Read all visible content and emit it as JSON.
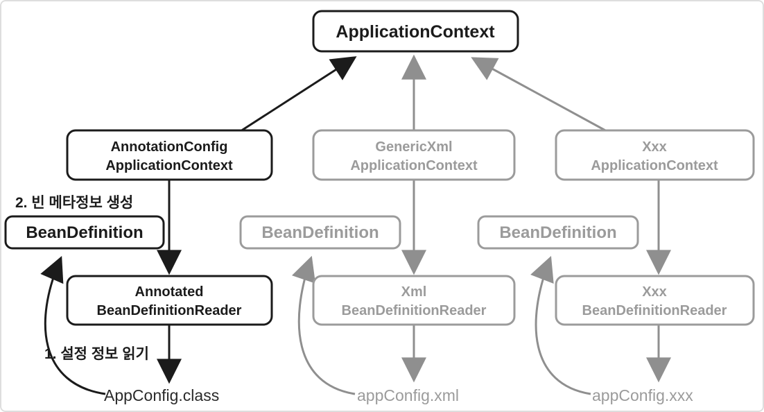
{
  "diagram": {
    "description": "Spring ApplicationContext and BeanDefinition creation diagram",
    "colors": {
      "active": "#1b1b1b",
      "inactive": "#9b9b9b",
      "background": "#ffffff",
      "frame_border": "#dedede"
    },
    "nodes": {
      "application_context": "ApplicationContext",
      "annotation_config_line1": "AnnotationConfig",
      "annotation_config_line2": "ApplicationContext",
      "generic_xml_line1": "GenericXml",
      "generic_xml_line2": "ApplicationContext",
      "xxx_context_line1": "Xxx",
      "xxx_context_line2": "ApplicationContext",
      "bean_definition_left": "BeanDefinition",
      "bean_definition_mid": "BeanDefinition",
      "bean_definition_right": "BeanDefinition",
      "annotated_reader_line1": "Annotated",
      "annotated_reader_line2": "BeanDefinitionReader",
      "xml_reader_line1": "Xml",
      "xml_reader_line2": "BeanDefinitionReader",
      "xxx_reader_line1": "Xxx",
      "xxx_reader_line2": "BeanDefinitionReader"
    },
    "labels": {
      "step2": "2. 빈 메타정보 생성",
      "step1": "1. 설정 정보 읽기",
      "app_config_class": "AppConfig.class",
      "app_config_xml": "appConfig.xml",
      "app_config_xxx": "appConfig.xxx"
    }
  }
}
